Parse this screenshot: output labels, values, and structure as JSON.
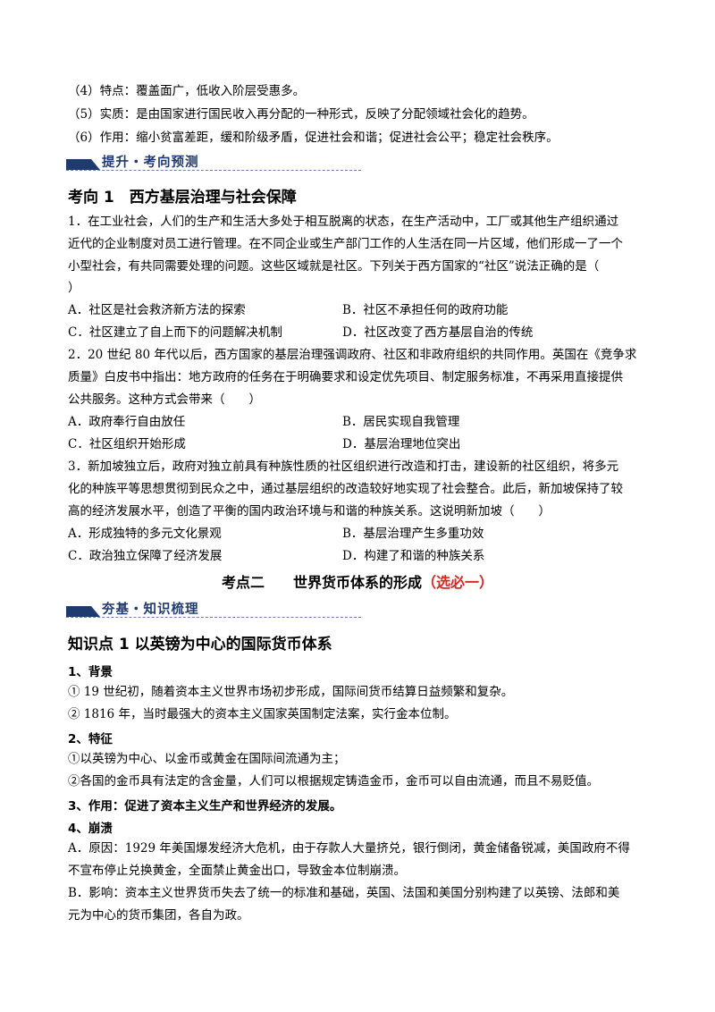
{
  "intro": {
    "p4": "（4）特点：覆盖面广，低收入阶层受惠多。",
    "p5": "（5）实质：是由国家进行国民收入再分配的一种形式，反映了分配领域社会化的趋势。",
    "p6": "（6）作用：缩小贫富差距，缓和阶级矛盾，促进社会和谐；促进社会公平；稳定社会秩序。"
  },
  "banner1": "提升・考向预测",
  "section1_title": "考向 1　西方基层治理与社会保障",
  "q1": {
    "lines": [
      "1．在工业社会，人们的生产和生活大多处于相互脱离的状态，在生产活动中，工厂或其他生产组织通过",
      "近代的企业制度对员工进行管理。在不同企业或生产部门工作的人生活在同一片区域，他们形成一了一个",
      "小型社会，有共同需要处理的问题。这些区域就是社区。下列关于西方国家的“社区”说法正确的是（",
      "）"
    ],
    "options": {
      "A": "A．社区是社会救济新方法的探索",
      "B": "B．社区不承担任何的政府功能",
      "C": "C．社区建立了自上而下的问题解决机制",
      "D": "D．社区改变了西方基层自治的传统"
    }
  },
  "q2": {
    "lines": [
      "2．20 世纪 80 年代以后，西方国家的基层治理强调政府、社区和非政府组织的共同作用。英国在《竞争求",
      "质量》白皮书中指出：地方政府的任务在于明确要求和设定优先项目、制定服务标准，不再采用直接提供",
      "公共服务。这种方式会带来（　　）"
    ],
    "options": {
      "A": "A．政府奉行自由放任",
      "B": "B．居民实现自我管理",
      "C": "C．社区组织开始形成",
      "D": "D．基层治理地位突出"
    }
  },
  "q3": {
    "lines": [
      "3．新加坡独立后，政府对独立前具有种族性质的社区组织进行改造和打击，建设新的社区组织，将多元",
      "化的种族平等思想贯彻到民众之中，通过基层组织的改造较好地实现了社会整合。此后，新加坡保持了较",
      "高的经济发展水平，创造了平衡的国内政治环境与和谐的种族关系。这说明新加坡（　　）"
    ],
    "options": {
      "A": "A．形成独特的多元文化景观",
      "B": "B．基层治理产生多重功效",
      "C": "C．政治独立保障了经济发展",
      "D": "D．构建了和谐的种族关系"
    }
  },
  "topic2": {
    "title": "考点二　　世界货币体系的形成",
    "tag": "（选必一）"
  },
  "banner2": "夯基・知识梳理",
  "kp1_title": "知识点 1  以英镑为中心的国际货币体系",
  "kp1": {
    "bg_title": "1、背景",
    "bg1": "① 19 世纪初，随着资本主义世界市场初步形成，国际间货币结算日益频繁和复杂。",
    "bg2": "② 1816 年，当时最强大的资本主义国家英国制定法案，实行金本位制。",
    "feat_title": "2、特征",
    "feat1": "①以英镑为中心、以金币或黄金在国际间流通为主；",
    "feat2": "②各国的金币具有法定的含金量，人们可以根据规定铸造金币，金币可以自由流通，而且不易贬值。",
    "effect": "3、作用：促进了资本主义生产和世界经济的发展。",
    "collapse_title": "4、崩溃",
    "ca1": "A．原因：1929 年美国爆发经济大危机，由于存款人大量挤兑，银行倒闭，黄金储备锐减，美国政府不得",
    "ca2": "不宣布停止兑换黄金，全面禁止黄金出口，导致金本位制崩溃。",
    "cb1": "B．影响：资本主义世界货币失去了统一的标准和基础，英国、法国和美国分别构建了以英镑、法郎和美",
    "cb2": "元为中心的货币集团，各自为政。"
  },
  "colors": {
    "banner": "#1f3a6e",
    "accent_red": "#d9261c"
  }
}
